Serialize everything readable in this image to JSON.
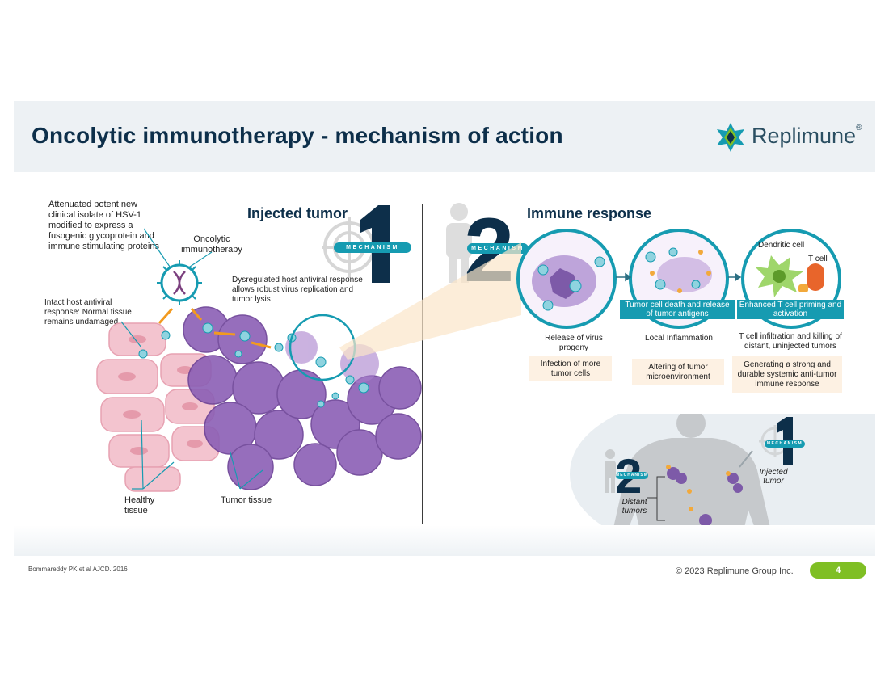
{
  "header": {
    "title": "Oncolytic immunotherapy - mechanism of action",
    "logo_text": "Replimune",
    "logo_mark": "®"
  },
  "left": {
    "section_title": "Injected tumor",
    "mechanism_number": "1",
    "mechanism_label": "MECHANISM",
    "labels": {
      "hsv": "Attenuated potent new clinical isolate of HSV-1 modified to express a fusogenic glycoprotein and immune stimulating proteins",
      "oncolytic": "Oncolytic immunotherapy",
      "dysregulated": "Dysregulated host antiviral response allows robust virus replication and tumor lysis",
      "intact": "Intact host antiviral response: Normal tissue remains undamaged",
      "healthy": "Healthy tissue",
      "tumor": "Tumor tissue"
    }
  },
  "right": {
    "section_title": "Immune response",
    "mechanism_number": "2",
    "mechanism_label": "MECHANISM",
    "steps": [
      {
        "caption": "Release of virus progeny",
        "box": "Infection of more tumor cells",
        "banner": ""
      },
      {
        "caption": "Local Inflammation",
        "box": "Altering of tumor microenvironment",
        "banner": "Tumor cell death and release of tumor antigens"
      },
      {
        "caption": "T cell infiltration and killing of distant, uninjected tumors",
        "box": "Generating a strong and durable systemic anti-tumor immune response",
        "banner": "Enhanced T cell priming and activation"
      }
    ],
    "cell_labels": {
      "dendritic": "Dendritic cell",
      "tcell": "T cell"
    },
    "body": {
      "injected_number": "1",
      "injected_mech": "MECHANISM",
      "injected_label": "Injected tumor",
      "distant_number": "2",
      "distant_mech": "MECHANISM",
      "distant_label": "Distant tumors"
    }
  },
  "footer": {
    "citation": "Bommareddy PK et al AJCD. 2016",
    "copyright": "© 2023 Replimune Group Inc.",
    "page": "4"
  },
  "colors": {
    "navy": "#0d2f4a",
    "teal": "#169bb1",
    "green": "#7fbf24",
    "purple": "#8b5fb5",
    "pink": "#f3c4cf",
    "cream": "#fdf1e3"
  }
}
